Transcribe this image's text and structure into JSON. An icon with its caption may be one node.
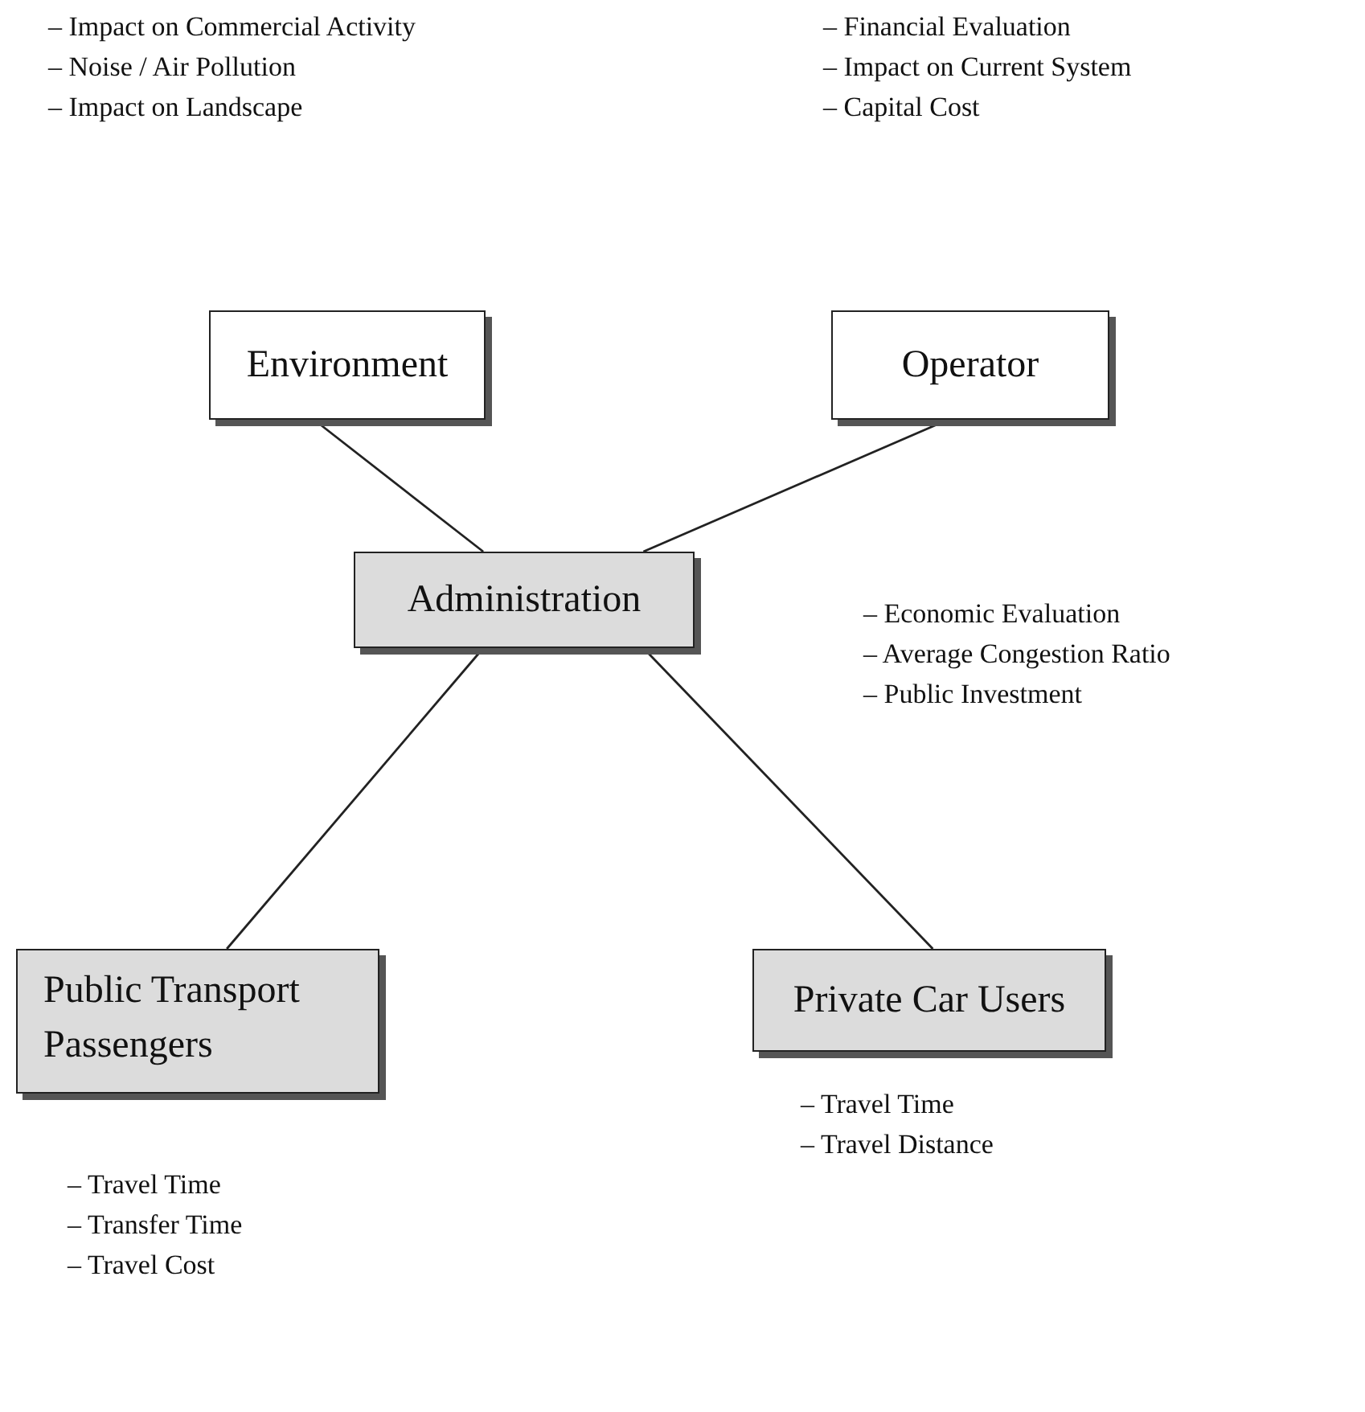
{
  "diagram": {
    "nodes": [
      {
        "text": [
          "Environment"
        ],
        "beside": [
          "– Impact on Commercial Activity",
          "– Noise / Air Pollution",
          "– Impact on Landscape"
        ]
      },
      {
        "text": [
          "Operator"
        ],
        "beside": [
          "– Financial Evaluation",
          "– Impact on Current System",
          "– Capital Cost"
        ]
      },
      {
        "text": [
          "Administration"
        ],
        "beside": [
          "– Economic Evaluation",
          "– Average Congestion Ratio",
          "– Public Investment"
        ]
      },
      {
        "text": [
          "Public Transport Passengers"
        ],
        "beside": [
          "– Travel Time",
          "– Transfer Time",
          "– Travel Cost"
        ]
      },
      {
        "text": [
          "Private Car Users"
        ],
        "beside": [
          "– Travel Time",
          "– Travel Distance"
        ]
      }
    ],
    "edges": [
      {
        "from": 0,
        "to": 2,
        "arrow": "none"
      },
      {
        "from": 1,
        "to": 2,
        "arrow": "none"
      },
      {
        "from": 2,
        "to": 3,
        "arrow": "none"
      },
      {
        "from": 2,
        "to": 4,
        "arrow": "none"
      }
    ]
  }
}
